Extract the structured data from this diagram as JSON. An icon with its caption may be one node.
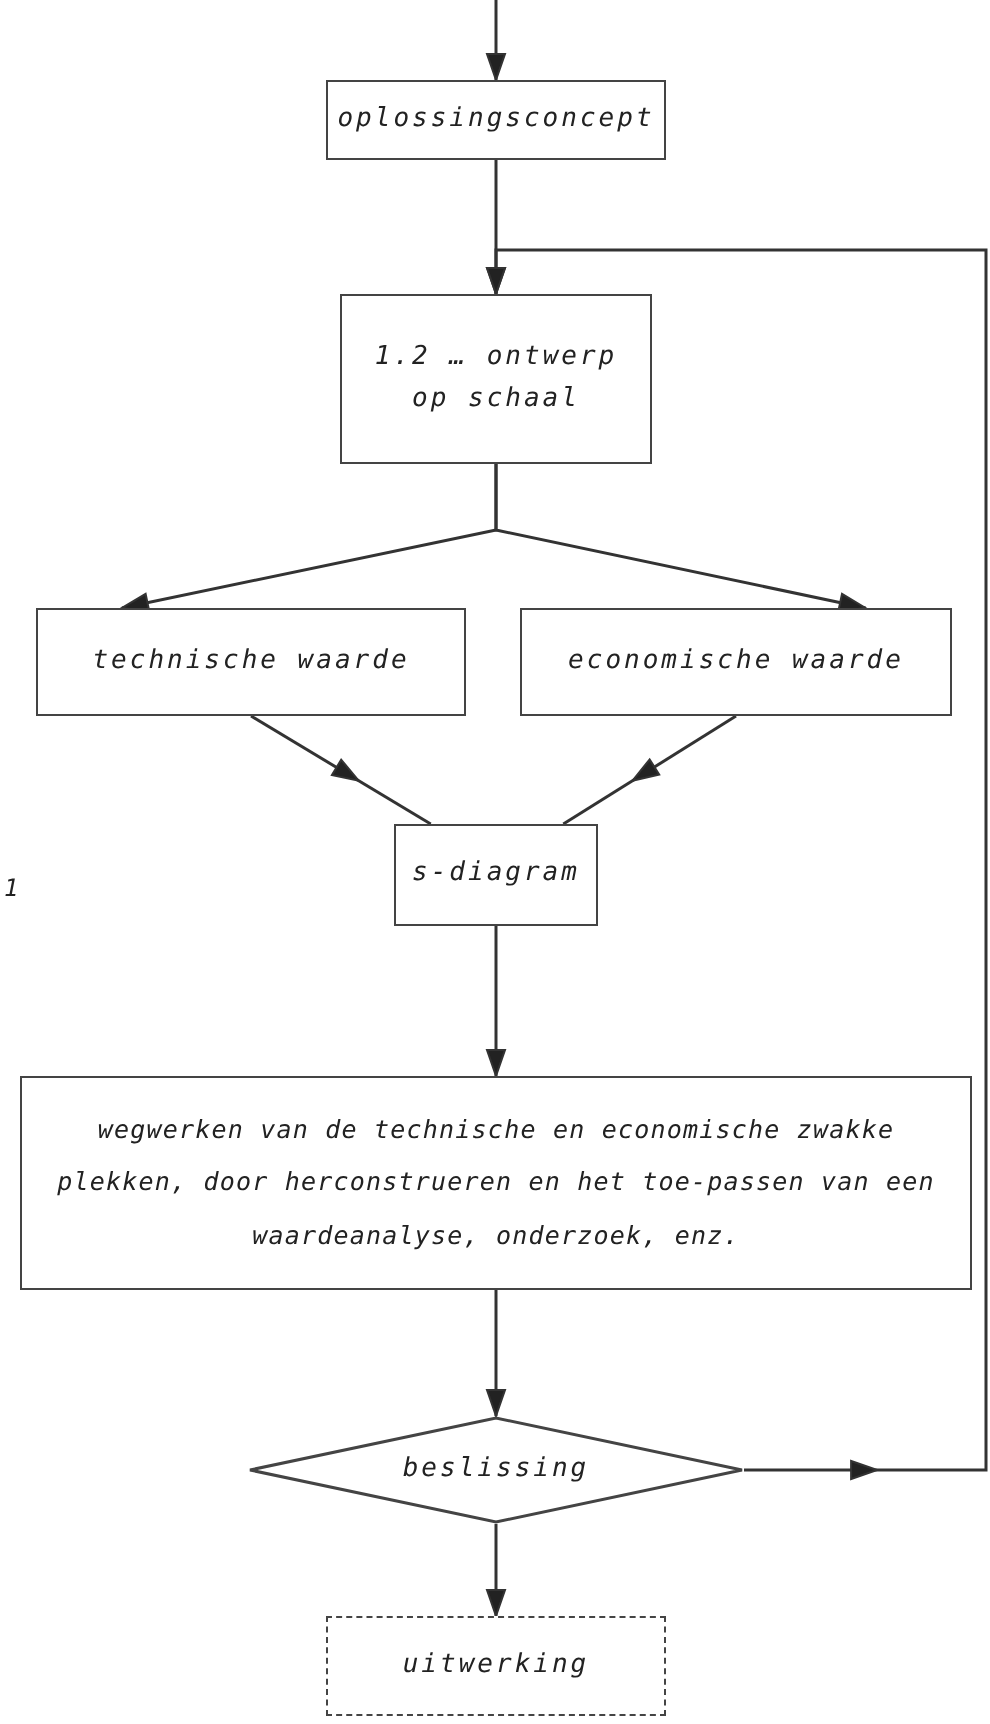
{
  "diagram": {
    "nodes": [
      {
        "text": [
          "oplossingsconcept"
        ]
      },
      {
        "text": [
          "1.2 … ontwerp op schaal"
        ]
      },
      {
        "text": [
          "technische waarde"
        ]
      },
      {
        "text": [
          "economische waarde"
        ]
      },
      {
        "text": [
          "s-diagram"
        ]
      },
      {
        "text": [
          "wegwerken van de technische en economische zwakke plekken, door herconstrueren en het toe-passen van een waardeanalyse, onderzoek, enz."
        ]
      },
      {
        "text": [
          "beslissing"
        ]
      },
      {
        "text": [
          "uitwerking"
        ]
      }
    ],
    "edges": [
      {
        "from": null,
        "to": 0,
        "arrow": "to"
      },
      {
        "from": 0,
        "to": 1,
        "arrow": "to"
      },
      {
        "from": 1,
        "to": 2,
        "arrow": "to"
      },
      {
        "from": 1,
        "to": 3,
        "arrow": "to"
      },
      {
        "from": 2,
        "to": 4,
        "arrow": "to"
      },
      {
        "from": 3,
        "to": 4,
        "arrow": "to"
      },
      {
        "from": 4,
        "to": 5,
        "arrow": "to"
      },
      {
        "from": 5,
        "to": 6,
        "arrow": "to"
      },
      {
        "from": 6,
        "to": 1,
        "arrow": "to"
      },
      {
        "from": 6,
        "to": 7,
        "arrow": "to"
      }
    ],
    "labels": [
      "1"
    ]
  }
}
